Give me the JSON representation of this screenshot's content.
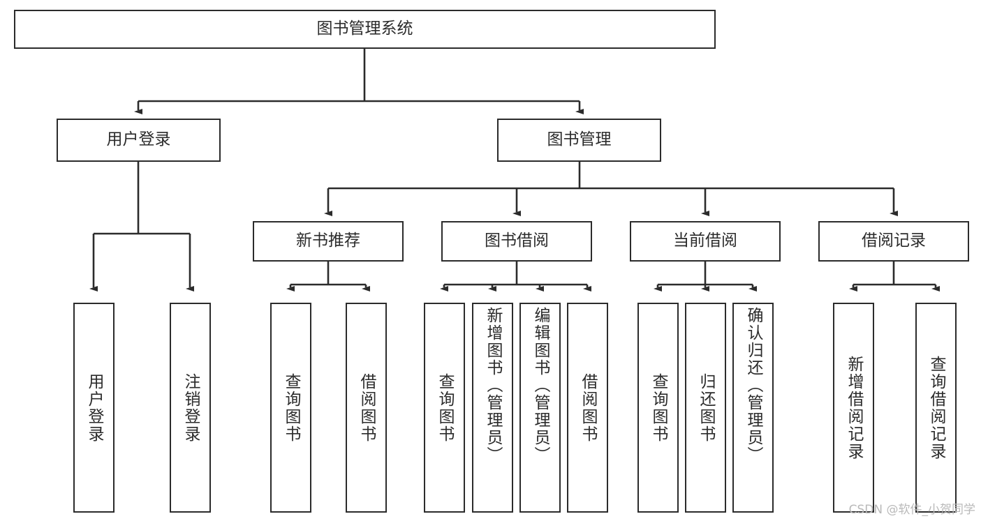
{
  "diagram": {
    "type": "tree",
    "title": "图书管理系统",
    "root": {
      "label": "图书管理系统"
    },
    "level2": [
      {
        "label": "用户登录"
      },
      {
        "label": "图书管理"
      }
    ],
    "level3": [
      {
        "label": "新书推荐"
      },
      {
        "label": "图书借阅"
      },
      {
        "label": "当前借阅"
      },
      {
        "label": "借阅记录"
      }
    ],
    "leaves": {
      "user_login": [
        {
          "label": "用户登录"
        },
        {
          "label": "注销登录"
        }
      ],
      "new_book_recommend": [
        {
          "label": "查询图书"
        },
        {
          "label": "借阅图书"
        }
      ],
      "book_borrow": [
        {
          "label": "查询图书"
        },
        {
          "label": "新增图书（管理员）"
        },
        {
          "label": "编辑图书（管理员）"
        },
        {
          "label": "借阅图书"
        }
      ],
      "current_borrow": [
        {
          "label": "查询图书"
        },
        {
          "label": "归还图书"
        },
        {
          "label": "确认归还（管理员）"
        }
      ],
      "borrow_records": [
        {
          "label": "新增借阅记录"
        },
        {
          "label": "查询借阅记录"
        }
      ]
    }
  },
  "watermark": {
    "text": "CSDN @软件_小贺同学"
  },
  "colors": {
    "stroke": "#2b2b2b",
    "background": "#ffffff",
    "text": "#2b2b2b",
    "watermark": "#b9b9b9"
  }
}
